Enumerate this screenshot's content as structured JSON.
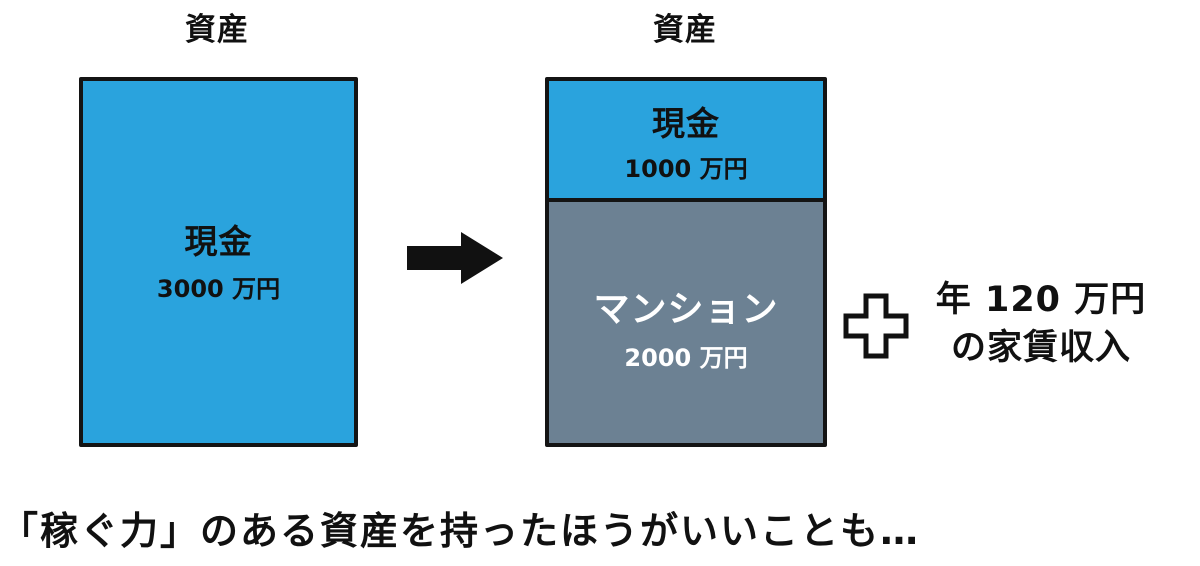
{
  "left": {
    "heading": "資産",
    "cash": {
      "label": "現金",
      "amount": "3000 万円"
    }
  },
  "right": {
    "heading": "資産",
    "cash": {
      "label": "現金",
      "amount": "1000 万円"
    },
    "condo": {
      "label": "マンション",
      "amount": "2000 万円"
    }
  },
  "income": {
    "line1": "年 120 万円",
    "line2": "の家賃収入"
  },
  "caption": "「稼ぐ力」のある資産を持ったほうがいいことも…",
  "colors": {
    "cash": "#2aa3dd",
    "condo": "#6c8193",
    "outline": "#141414"
  },
  "icons": {
    "arrow": "right-arrow-icon",
    "plus": "plus-icon"
  }
}
